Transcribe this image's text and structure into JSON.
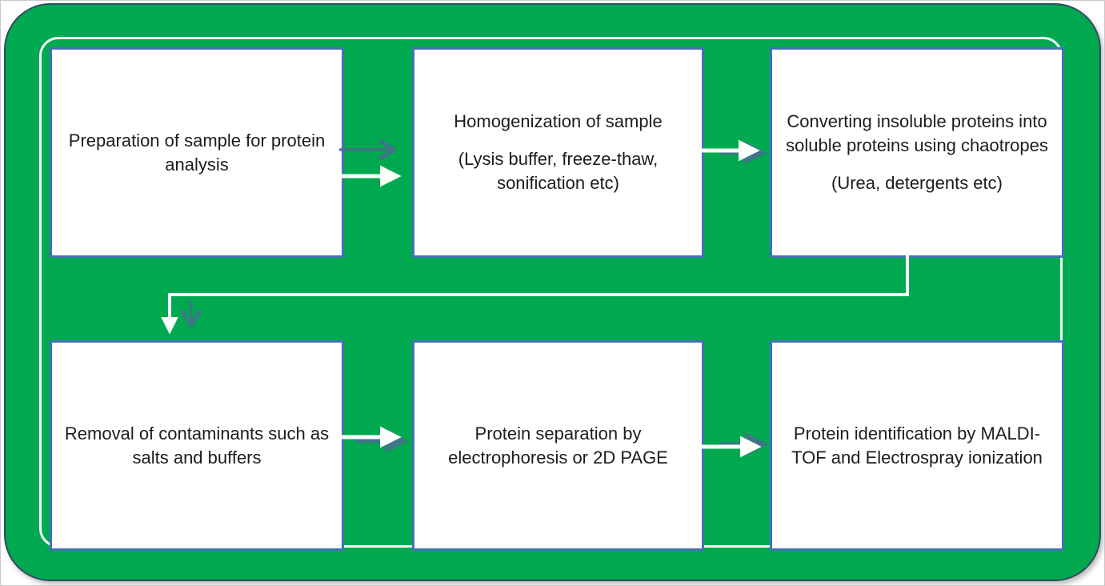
{
  "figure": {
    "type": "flowchart",
    "topic": "Protein analysis / proteomics sample workflow"
  },
  "colors": {
    "panel_green": "#00a950",
    "panel_outline_navy": "#334a63",
    "inner_frame_white": "#f1fbf5",
    "box_border_blue": "#4472b4",
    "box_fill": "#ffffff",
    "arrow_white": "#fbfffc",
    "arrow_ghost_blue": "#47708f",
    "text": "#1c1c1c"
  },
  "diagram": {
    "boxes": [
      {
        "name": "step-1",
        "lines": [
          "Preparation of sample for protein analysis"
        ]
      },
      {
        "name": "step-2",
        "lines": [
          "Homogenization of sample",
          "(Lysis buffer, freeze-thaw, sonification etc)"
        ]
      },
      {
        "name": "step-3",
        "lines": [
          "Converting insoluble proteins into soluble proteins using chaotropes",
          "(Urea, detergents etc)"
        ]
      },
      {
        "name": "step-4",
        "lines": [
          "Removal of contaminants such as salts and buffers"
        ]
      },
      {
        "name": "step-5",
        "lines": [
          "Protein separation by electrophoresis or 2D PAGE"
        ]
      },
      {
        "name": "step-6",
        "lines": [
          "Protein identification by MALDI-TOF and Electrospray ionization"
        ]
      }
    ],
    "connections": [
      {
        "from": "step-1",
        "to": "step-2",
        "style": "double arrow: ghost blue above, white below"
      },
      {
        "from": "step-2",
        "to": "step-3",
        "style": "white arrow with blue shadow head"
      },
      {
        "from": "step-3",
        "to": "step-4",
        "style": "white elbow connector down-left-down with ghost blue down arrow"
      },
      {
        "from": "step-4",
        "to": "step-5",
        "style": "white arrow with blue shadow head"
      },
      {
        "from": "step-5",
        "to": "step-6",
        "style": "white arrow with blue shadow head"
      }
    ]
  }
}
